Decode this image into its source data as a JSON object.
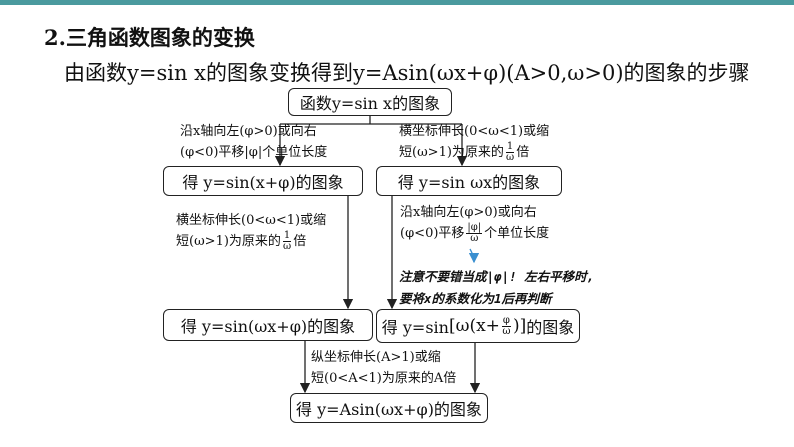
{
  "heading": {
    "number": "2",
    "dot": ".",
    "title": "三角函数图象的变换"
  },
  "intro": "由函数y=sin x的图象变换得到y=Asin(ωx+φ)(A>0,ω>0)的图象的步骤",
  "boxes": {
    "start": "函数y=sin x的图象",
    "left_mid": "得 y=sin(x+φ)的图象",
    "right_mid": "得 y=sin ωx的图象",
    "left_low": "得 y=sin(ωx+φ)的图象",
    "right_low_prefix": "得 y=sin",
    "right_low_suffix": "的图象",
    "final": "得 y=Asin(ωx+φ)的图象"
  },
  "labels": {
    "left_shift_line1": "沿x轴向左(φ>0)或向右",
    "left_shift_line2": "(φ<0)平移|φ|个单位长度",
    "right_scale_line1": "横坐标伸长(0<ω<1)或缩",
    "right_scale_line2_a": "短(ω>1)为原来的",
    "right_scale_line2_b": "倍",
    "left_scale_line1": "横坐标伸长(0<ω<1)或缩",
    "left_scale_line2_a": "短(ω>1)为原来的",
    "left_scale_line2_b": "倍",
    "right_shift_line1": "沿x轴向左(φ>0)或向右",
    "right_shift_line2_a": "(φ<0)平移",
    "right_shift_line2_b": "个单位长度",
    "vertical_line1": "纵坐标伸长(A>1)或缩",
    "vertical_line2": "短(0<A<1)为原来的A倍",
    "frac_one": "1",
    "frac_omega": "ω",
    "frac_phi": "|φ|"
  },
  "handwritten": {
    "line1": "注意不要错当成|φ|! 左右平移时,",
    "line2": "要将x的系数化为1后再判断"
  },
  "colors": {
    "accent_bar": "#4a9a9e",
    "arrow_annotation": "#3a8fd0"
  }
}
